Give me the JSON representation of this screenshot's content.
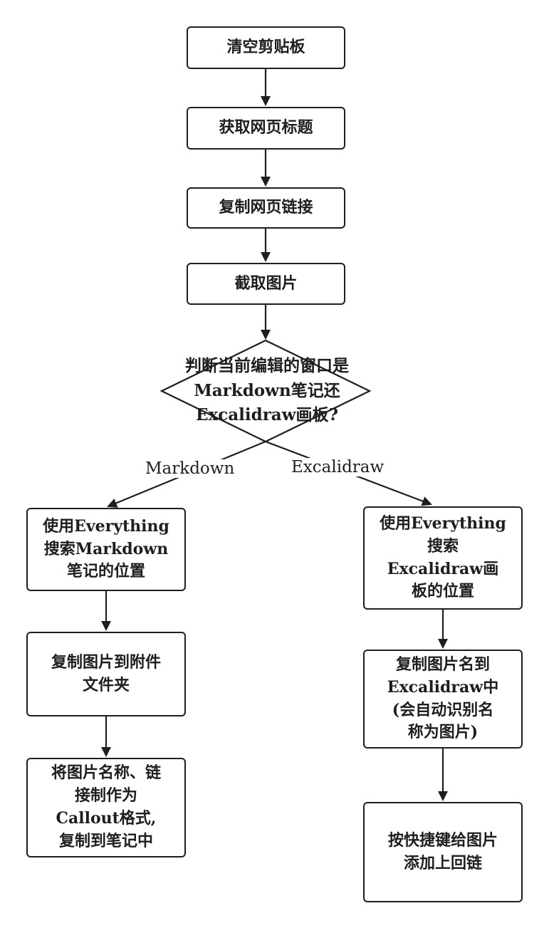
{
  "diagram": {
    "nodes": {
      "clear_clipboard": "清空剪贴板",
      "get_page_title": "获取网页标题",
      "copy_page_link": "复制网页链接",
      "capture_image": "截取图片",
      "decision": "判断当前编辑的窗口是\nMarkdown笔记还\nExcalidraw画板?",
      "md_search": "使用Everything\n搜索Markdown\n笔记的位置",
      "md_copy_attachment": "复制图片到附件\n文件夹",
      "md_callout": "将图片名称、链\n接制作为\nCallout格式,\n复制到笔记中",
      "ex_search": "使用Everything\n搜索\nExcalidraw画\n板的位置",
      "ex_copy_name": "复制图片名到\nExcalidraw中\n(会自动识别名\n称为图片)",
      "ex_backlink": "按快捷键给图片\n添加上回链"
    },
    "edge_labels": {
      "markdown": "Markdown",
      "excalidraw": "Excalidraw"
    },
    "colors": {
      "stroke": "#1e1e1e",
      "fill": "#ffffff"
    }
  }
}
